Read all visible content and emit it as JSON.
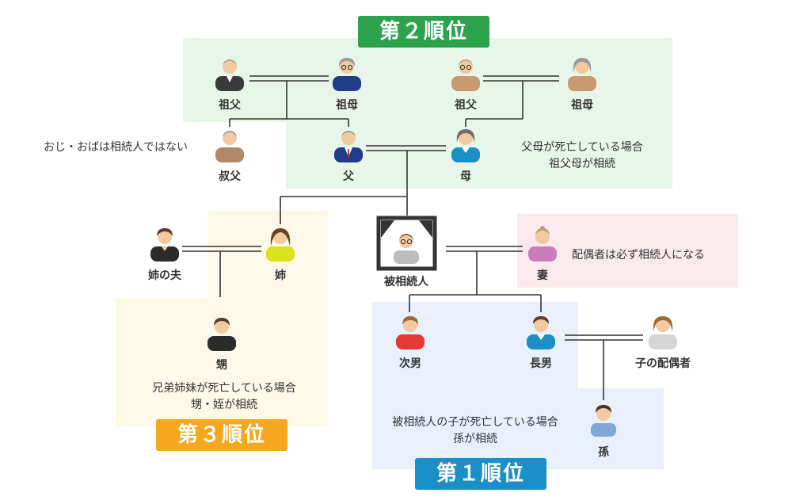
{
  "badges": {
    "rank2": "第２順位",
    "rank3": "第３順位",
    "rank1": "第１順位"
  },
  "colors": {
    "green": "#2ca24c",
    "orange": "#f5a71d",
    "blue": "#1b8fc7"
  },
  "people": {
    "pat_grandfather": "祖父",
    "pat_grandmother": "祖母",
    "mat_grandfather": "祖父",
    "mat_grandmother": "祖母",
    "uncle": "叔父",
    "father": "父",
    "mother": "母",
    "sister_husband": "姉の夫",
    "sister": "姉",
    "deceased": "被相続人",
    "wife": "妻",
    "nephew": "甥",
    "second_son": "次男",
    "eldest_son": "長男",
    "child_spouse": "子の配偶者",
    "grandchild": "孫"
  },
  "notes": {
    "uncle_note": "おじ・おばは相続人ではない",
    "parents_note_1": "父母が死亡している場合",
    "parents_note_2": "祖父母が相続",
    "spouse_note": "配偶者は必ず相続人になる",
    "siblings_note_1": "兄弟姉妹が死亡している場合",
    "siblings_note_2": "甥・姪が相続",
    "children_note_1": "被相続人の子が死亡している場合",
    "children_note_2": "孫が相続"
  }
}
